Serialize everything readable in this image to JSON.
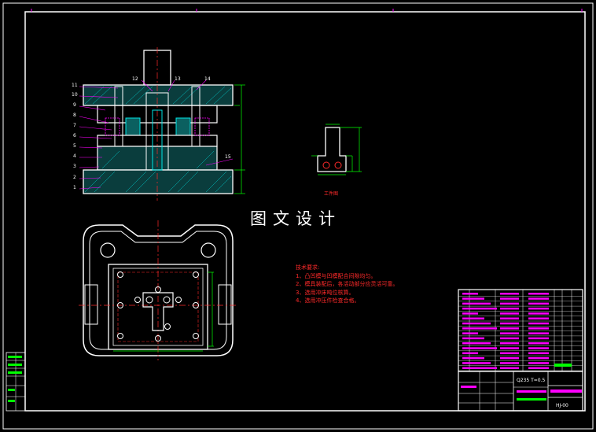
{
  "watermark": "图文设计",
  "tech_notes": {
    "heading": "技术要求:",
    "items": [
      "1、凸凹模与凹模配合间隙均匀。",
      "2、模具装配后，各活动部分应灵活可靠。",
      "3、选用冲床吨位核算。",
      "4、选用冲压件检查合格。"
    ]
  },
  "part_drawing_label": "工件图",
  "title_block": {
    "spec": "Q235 T=0.5",
    "drawing_no": "HJ-00"
  },
  "part_numbers_left": [
    "11",
    "10",
    "9",
    "8",
    "7",
    "6",
    "5",
    "4",
    "3",
    "2",
    "1"
  ],
  "part_numbers_top": [
    "12",
    "13",
    "14"
  ],
  "part_numbers_right": [
    "15"
  ],
  "colors": {
    "frame": "#ffffff",
    "cad_green": "#00ff00",
    "cad_cyan": "#00e5e5",
    "cad_red": "#ff2a2a",
    "cad_magenta": "#ff00ff",
    "cad_yellow": "#ffff00",
    "background": "#000000"
  }
}
